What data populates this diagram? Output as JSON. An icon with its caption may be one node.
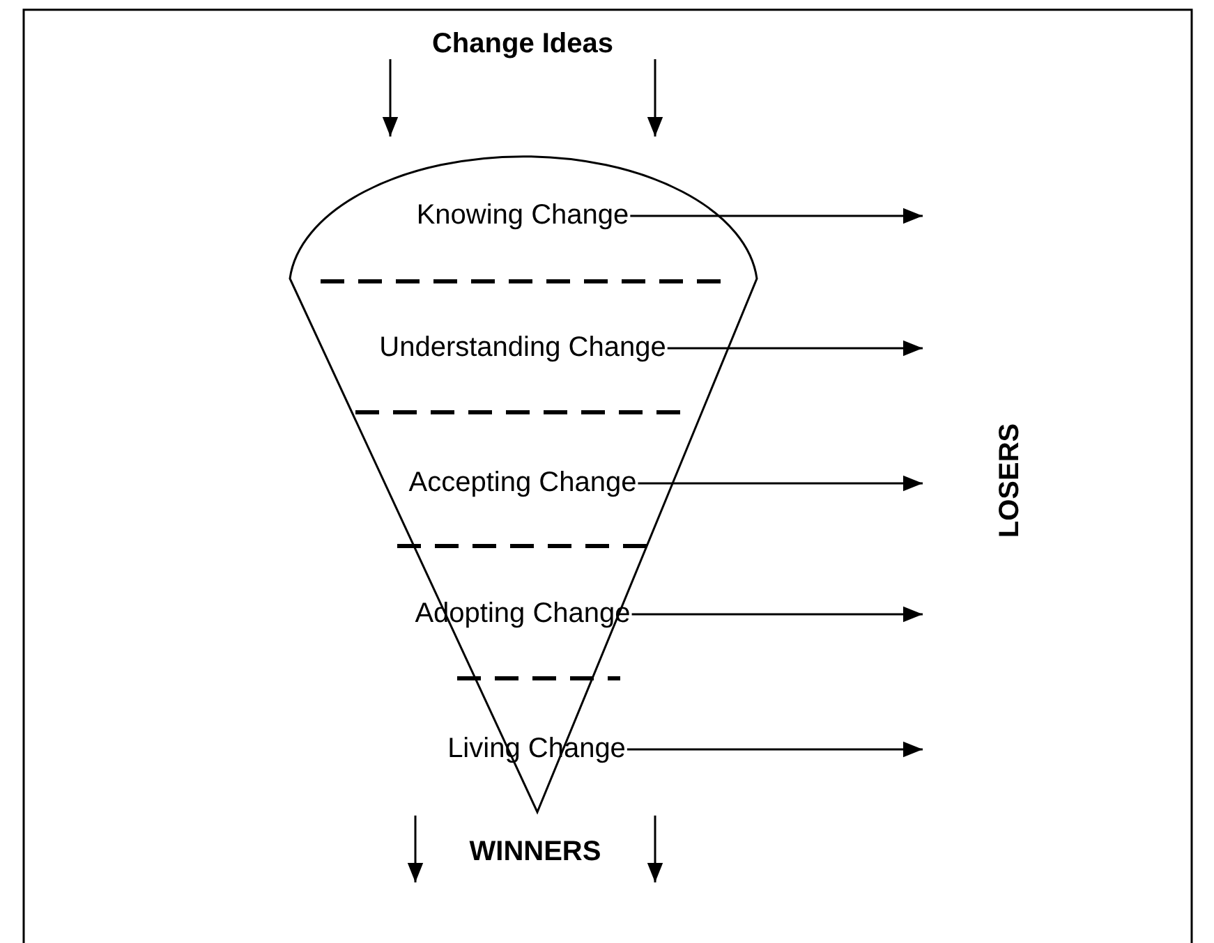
{
  "diagram": {
    "nodes": [
      {
        "text": [
          "Change Ideas"
        ]
      },
      {
        "text": [],
        "shape": "funnel"
      },
      {
        "text": [
          "Knowing Change"
        ],
        "in": 1
      },
      {
        "text": [
          "Understanding Change"
        ],
        "in": 1
      },
      {
        "text": [
          "Accepting Change"
        ],
        "in": 1
      },
      {
        "text": [
          "Adopting Change"
        ],
        "in": 1
      },
      {
        "text": [
          "Living Change"
        ],
        "in": 1
      },
      {
        "text": [
          "WINNERS"
        ]
      }
    ],
    "edges": [
      {
        "from": 0,
        "to": 1,
        "arrow": "to"
      },
      {
        "from": 0,
        "to": 1,
        "arrow": "to"
      },
      {
        "from": 2,
        "to": null,
        "arrow": "to"
      },
      {
        "from": 3,
        "to": null,
        "arrow": "to"
      },
      {
        "from": 4,
        "to": null,
        "arrow": "to"
      },
      {
        "from": 5,
        "to": null,
        "arrow": "to"
      },
      {
        "from": 6,
        "to": null,
        "arrow": "to"
      }
    ],
    "labels": [
      "LOSERS"
    ]
  }
}
